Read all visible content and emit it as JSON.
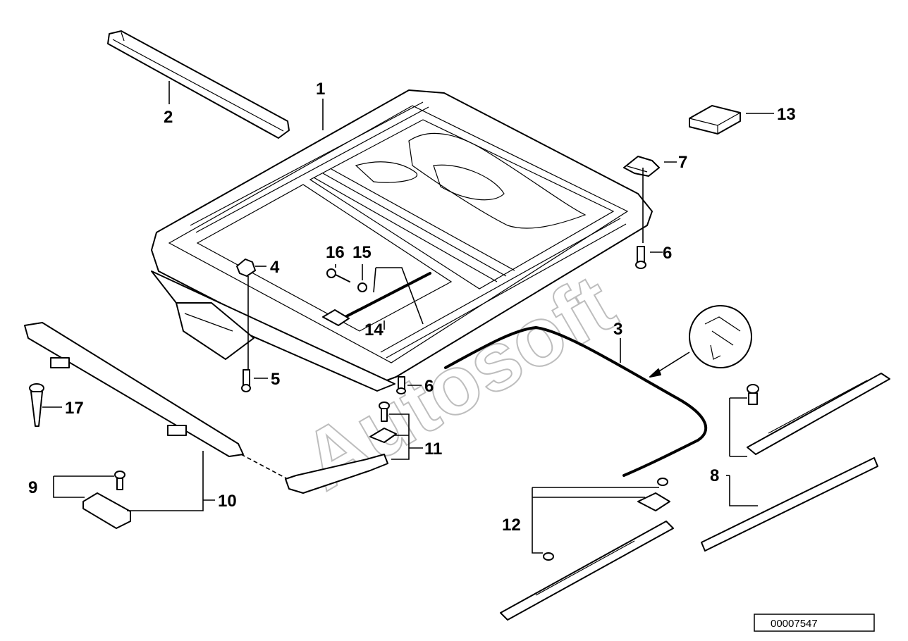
{
  "watermark": "Autosoft",
  "reference_number": "00007547",
  "callouts": {
    "c1": "1",
    "c2": "2",
    "c3": "3",
    "c4": "4",
    "c5": "5",
    "c6a": "6",
    "c6b": "6",
    "c7": "7",
    "c8": "8",
    "c9": "9",
    "c10": "10",
    "c11": "11",
    "c12": "12",
    "c13": "13",
    "c14": "14",
    "c15": "15",
    "c16": "16",
    "c17": "17"
  }
}
